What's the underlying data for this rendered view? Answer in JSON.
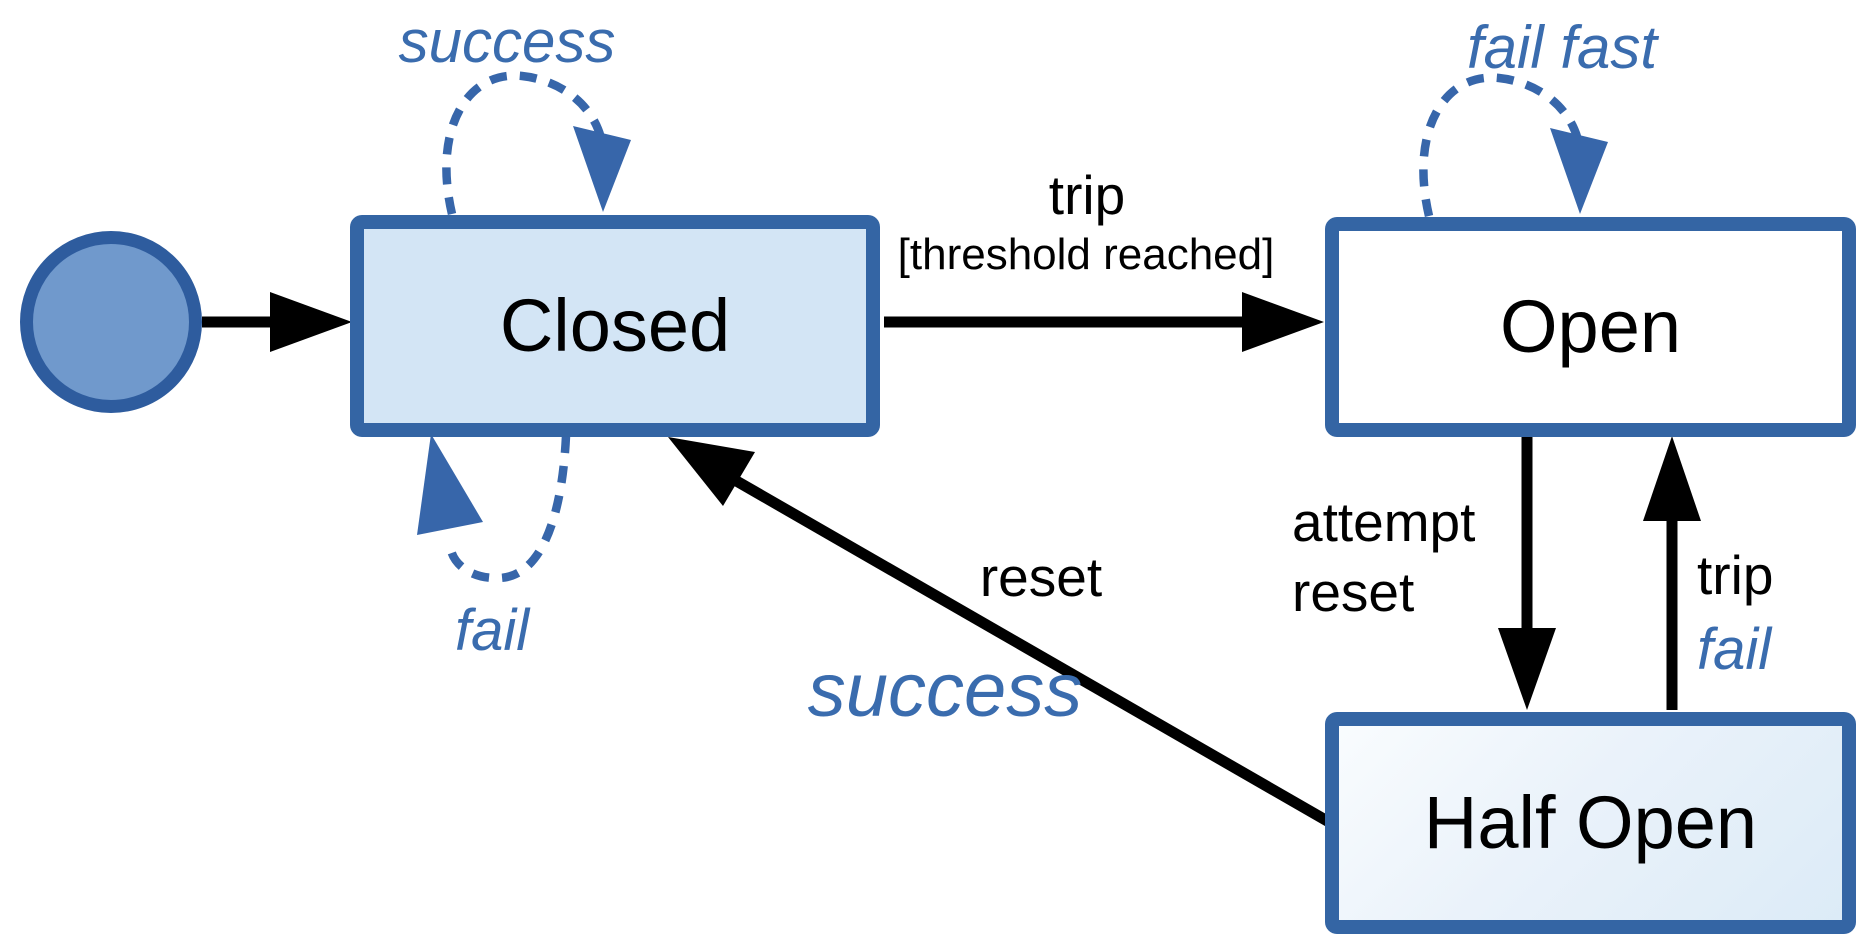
{
  "colors": {
    "node_border": "#3465a4",
    "closed_fill": "#d3e5f5",
    "open_fill": "#ffffff",
    "half_open_fill_start": "#f9fcfe",
    "half_open_fill_end": "#dcebf7",
    "initial_node_fill": "#7099cc",
    "initial_node_border": "#2e5c9e",
    "blue_label_color": "#3a6cae",
    "arrow_color": "#000000",
    "loop_color": "#3766aa"
  },
  "states": [
    {
      "label": "Closed"
    },
    {
      "label": "Open"
    },
    {
      "label": "Half Open"
    }
  ],
  "transitions": {
    "closed_success_loop": {
      "label": "success"
    },
    "closed_fail_loop": {
      "label": "fail"
    },
    "open_fail_fast_loop": {
      "label": "fail fast"
    },
    "closed_to_open": {
      "event": "trip",
      "guard": "[threshold reached]"
    },
    "open_to_half_open": {
      "line1": "attempt",
      "line2": "reset"
    },
    "half_open_to_open": {
      "event": "trip",
      "outcome": "fail"
    },
    "half_open_to_closed": {
      "event": "reset",
      "outcome": "success"
    }
  }
}
